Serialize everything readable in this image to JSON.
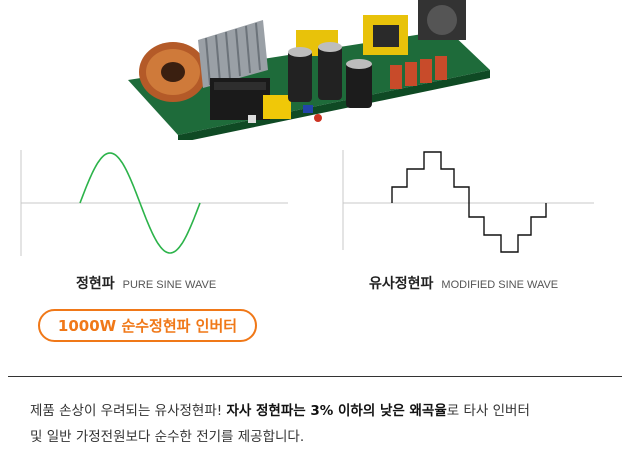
{
  "image": {
    "icon": "power-inverter-circuit-board",
    "alt": "inverter circuit board photo"
  },
  "left_wave": {
    "label_ko": "정현파",
    "label_en": "PURE SINE WAVE",
    "color": "#2cb34a",
    "icon": "sine-wave-icon"
  },
  "right_wave": {
    "label_ko": "유사정현파",
    "label_en": "MODIFIED SINE WAVE",
    "color": "#111111",
    "icon": "modified-sine-wave-icon"
  },
  "highlight": {
    "text": "1000W 순수정현파 인버터",
    "color": "#f07818"
  },
  "description": {
    "part1": "제품 손상이 우려되는 유사정현파! ",
    "bold": "자사 정현파는 3% 이하의 낮은 왜곡율",
    "part2": "로 타사 인버터",
    "line2": "및 일반 가정전원보다 순수한 전기를 제공합니다."
  }
}
